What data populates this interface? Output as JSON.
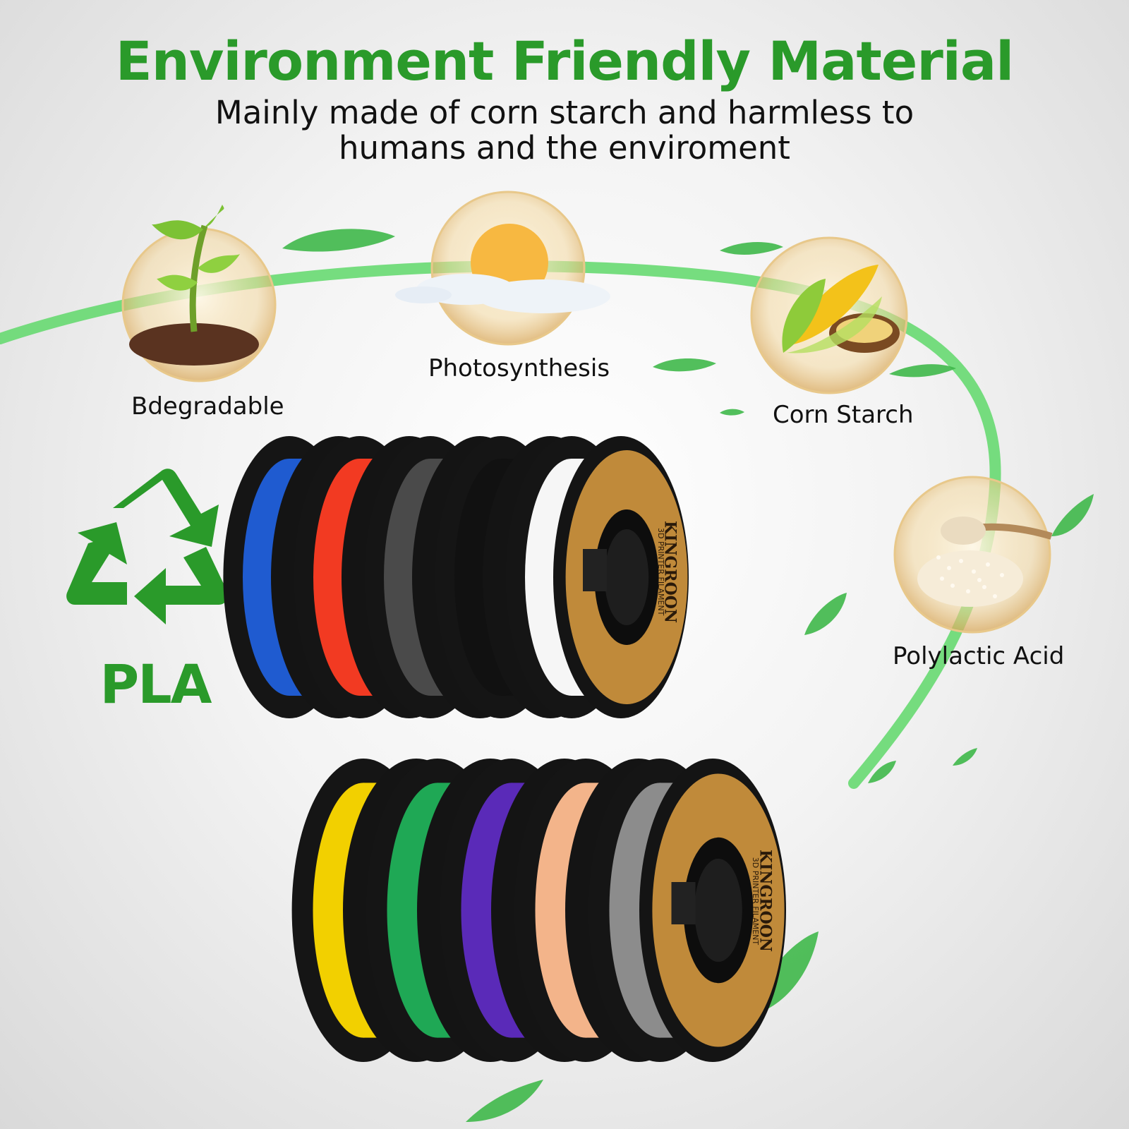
{
  "header": {
    "title": "Environment Friendly Material",
    "subtitle_line1": "Mainly made of corn starch and harmless to",
    "subtitle_line2": "humans and the enviroment"
  },
  "features": [
    {
      "label": "Bdegradable",
      "icon": "sprout-icon"
    },
    {
      "label": "Photosynthesis",
      "icon": "sun-cloud-icon"
    },
    {
      "label": "Corn Starch",
      "icon": "corn-icon"
    },
    {
      "label": "Polylactic Acid",
      "icon": "granules-icon"
    }
  ],
  "badge": {
    "text": "PLA",
    "icon": "recycle-icon"
  },
  "brand": {
    "name": "KINGROON",
    "tagline": "3D PRINTER FILAMENT"
  },
  "spools": {
    "top_row": [
      "#1f5bd0",
      "#f23a22",
      "#4a4a4a",
      "#111111",
      "#f6f6f6"
    ],
    "bottom_row": [
      "#f2d000",
      "#1fa855",
      "#5a2ab8",
      "#f3b48a",
      "#8c8c8c"
    ]
  },
  "colors": {
    "accent_green": "#2a9a2a",
    "ribbon_green": "#59d65a",
    "label_gold": "#c08a3a"
  }
}
